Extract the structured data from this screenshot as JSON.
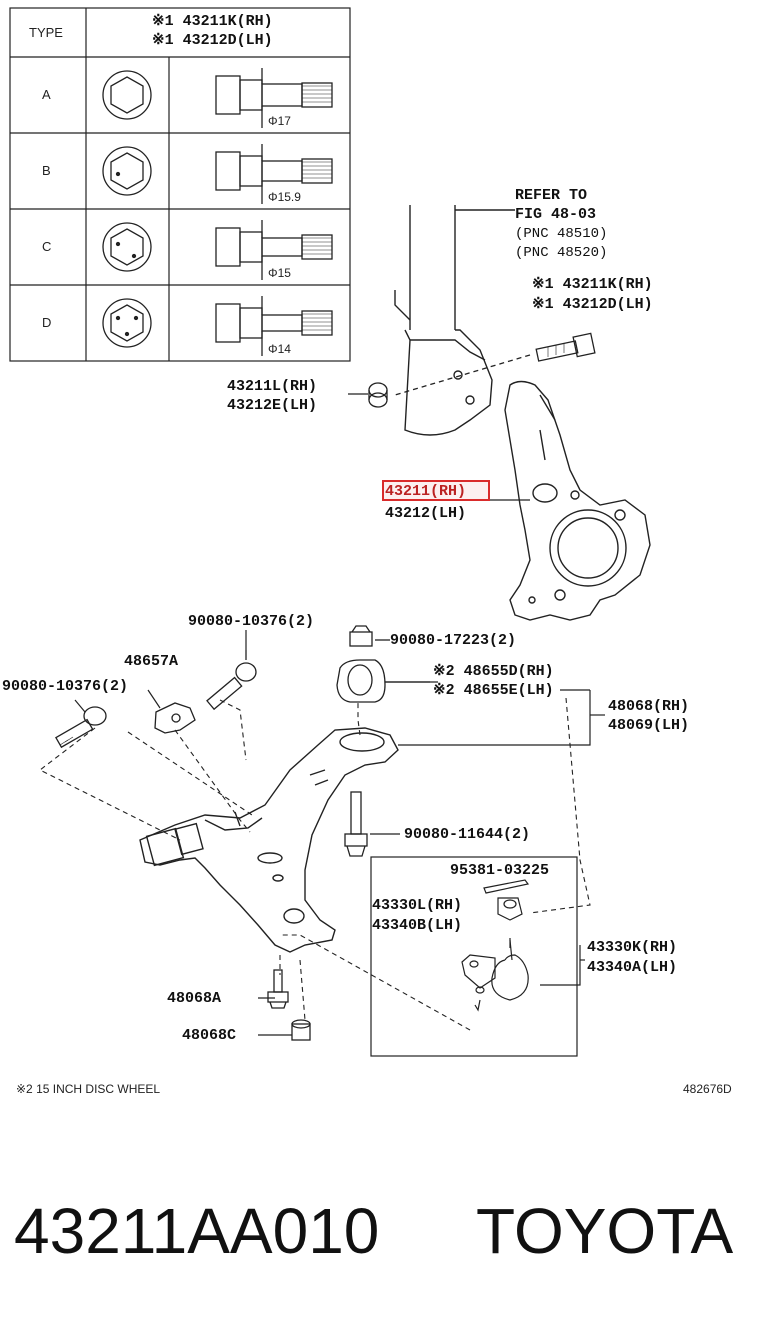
{
  "table": {
    "header_type": "TYPE",
    "header_part_rh": "※1 43211K(RH)",
    "header_part_lh": "※1 43212D(LH)",
    "rows": [
      {
        "type": "A",
        "diameter": "Φ17"
      },
      {
        "type": "B",
        "diameter": "Φ15.9"
      },
      {
        "type": "C",
        "diameter": "Φ15"
      },
      {
        "type": "D",
        "diameter": "Φ14"
      }
    ]
  },
  "callouts": {
    "refer_line1": "REFER TO",
    "refer_line2": "FIG 48-03",
    "refer_line3": "(PNC 48510)",
    "refer_line4": "(PNC 48520)",
    "bolt_rh": "※1 43211K(RH)",
    "bolt_lh": "※1 43212D(LH)",
    "nut_rh": "43211L(RH)",
    "nut_lh": "43212E(LH)",
    "knuckle_rh": "43211(RH)",
    "knuckle_lh": "43212(LH)",
    "bolt_90080_10376_upper": "90080-10376(2)",
    "nut_90080_17223": "90080-17223(2)",
    "bracket_48657a": "48657A",
    "bolt_90080_10376_left": "90080-10376(2)",
    "bushing_rh": "※2 48655D(RH)",
    "bushing_lh": "※2 48655E(LH)",
    "arm_rh": "48068(RH)",
    "arm_lh": "48069(LH)",
    "bolt_90080_11644": "90080-11644(2)",
    "pin_95381": "95381-03225",
    "balljoint_nut_rh": "43330L(RH)",
    "balljoint_nut_lh": "43340B(LH)",
    "balljoint_rh": "43330K(RH)",
    "balljoint_lh": "43340A(LH)",
    "bolt_48068a": "48068A",
    "nut_48068c": "48068C"
  },
  "footer": {
    "note": "※2 15 INCH DISC WHEEL",
    "figure_code": "482676D"
  },
  "product": {
    "part_number": "43211AA010",
    "brand": "TOYOTA"
  },
  "colors": {
    "highlight": "#d92b2b",
    "ink": "#111111"
  }
}
